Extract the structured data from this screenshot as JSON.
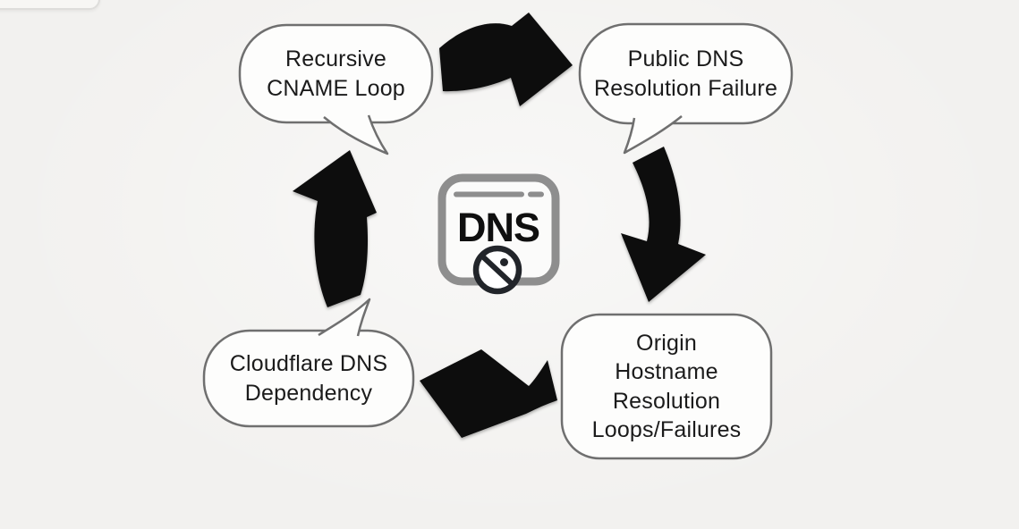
{
  "colors": {
    "background": "#f2f1ef",
    "bubble_fill": "#fdfdfc",
    "bubble_border": "#6f6f6f",
    "text": "#1b1b1b",
    "arrow": "#0c0c0c",
    "icon_border": "#8e8e8e",
    "icon_fill": "#fbfbfa",
    "icon_text": "#0f0f0f",
    "prohibition": "#22252a"
  },
  "center_icon": {
    "label": "DNS"
  },
  "bubbles": [
    {
      "id": "recursive-cname-loop",
      "lines": [
        "Recursive",
        "CNAME Loop"
      ]
    },
    {
      "id": "public-dns-resolution-failure",
      "lines": [
        "Public DNS",
        "Resolution Failure"
      ]
    },
    {
      "id": "origin-hostname-resolution",
      "lines": [
        "Origin",
        "Hostname",
        "Resolution",
        "Loops/Failures"
      ]
    },
    {
      "id": "cloudflare-dns-dependency",
      "lines": [
        "Cloudflare DNS",
        "Dependency"
      ]
    }
  ]
}
